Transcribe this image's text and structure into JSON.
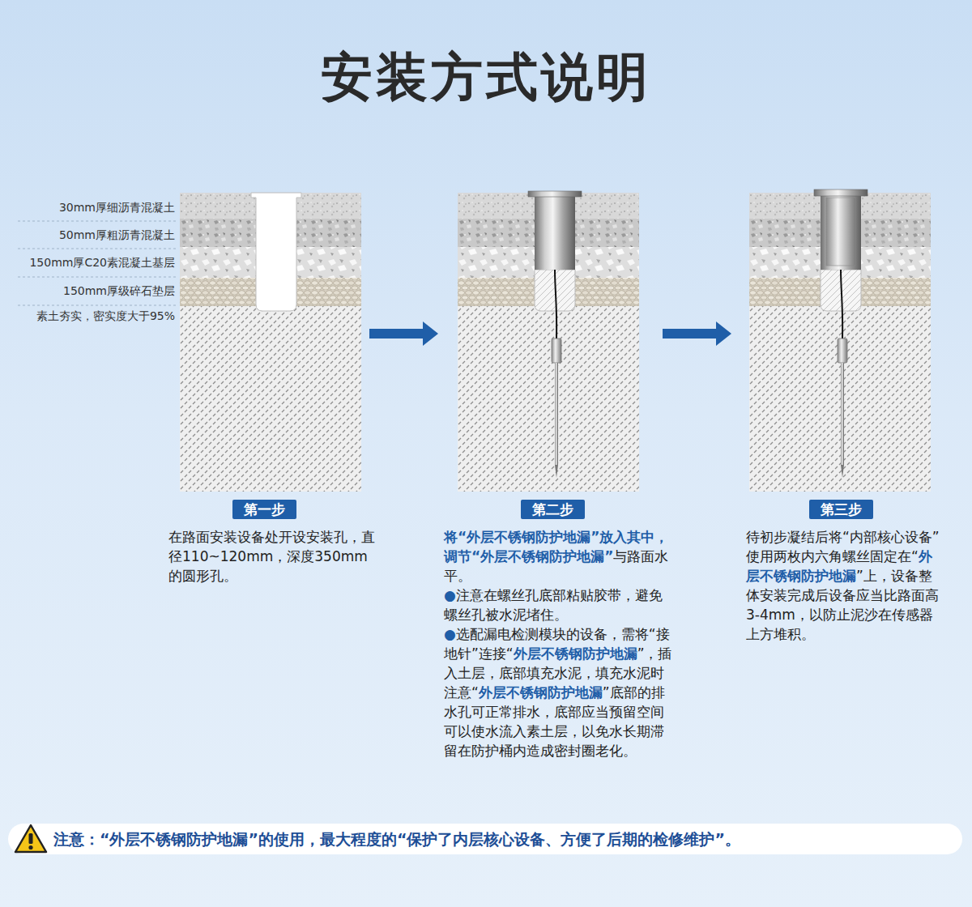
{
  "diagram": {
    "title": "安装方式说明",
    "nodes": [
      {
        "text": [
          "第一步"
        ]
      },
      {
        "text": [
          "第二步"
        ]
      },
      {
        "text": [
          "第三步"
        ]
      },
      {
        "text": [
          "注意：“外层不锈钢防护地漏”的使用，最大程度的“保护了内层核心设备、方便了后期的检修维护”。"
        ]
      }
    ],
    "labels": [
      "30mm厚细沥青混凝土",
      "50mm厚粗沥青混凝土",
      "150mm厚C20素混凝土基层",
      "150mm厚级碎石垫层",
      "素土夯实，密实度大于95%",
      "在路面安装设备处开设安装孔，直径110~120mm，深度350mm的圆形孔。",
      "将“外层不锈钢防护地漏”放入其中，调节“外层不锈钢防护地漏”",
      "与路面水平。",
      "●注意在螺丝孔底部粘贴胶带，避免螺丝孔被水泥堵住。",
      "●选配漏电检测模块的设备，需将“接地针”连接“",
      "外层不锈钢防护地漏",
      "”，插入土层，底部填充水泥，填充水泥时注意“",
      "外层不锈钢防护地漏",
      "”底部的排水孔可正常排水，底部应当预留空间可以使水流入素土层，以免水长期滞留在防护桶内造成密封圈老化。",
      "待初步凝结后将“内部核心设备”使用两枚内六角螺丝固定在“",
      "外层不锈钢防护地漏",
      "”上，设备整体安装完成后设备应当比路面高3-4mm，以防止泥沙在传感器上方堆积。"
    ]
  }
}
